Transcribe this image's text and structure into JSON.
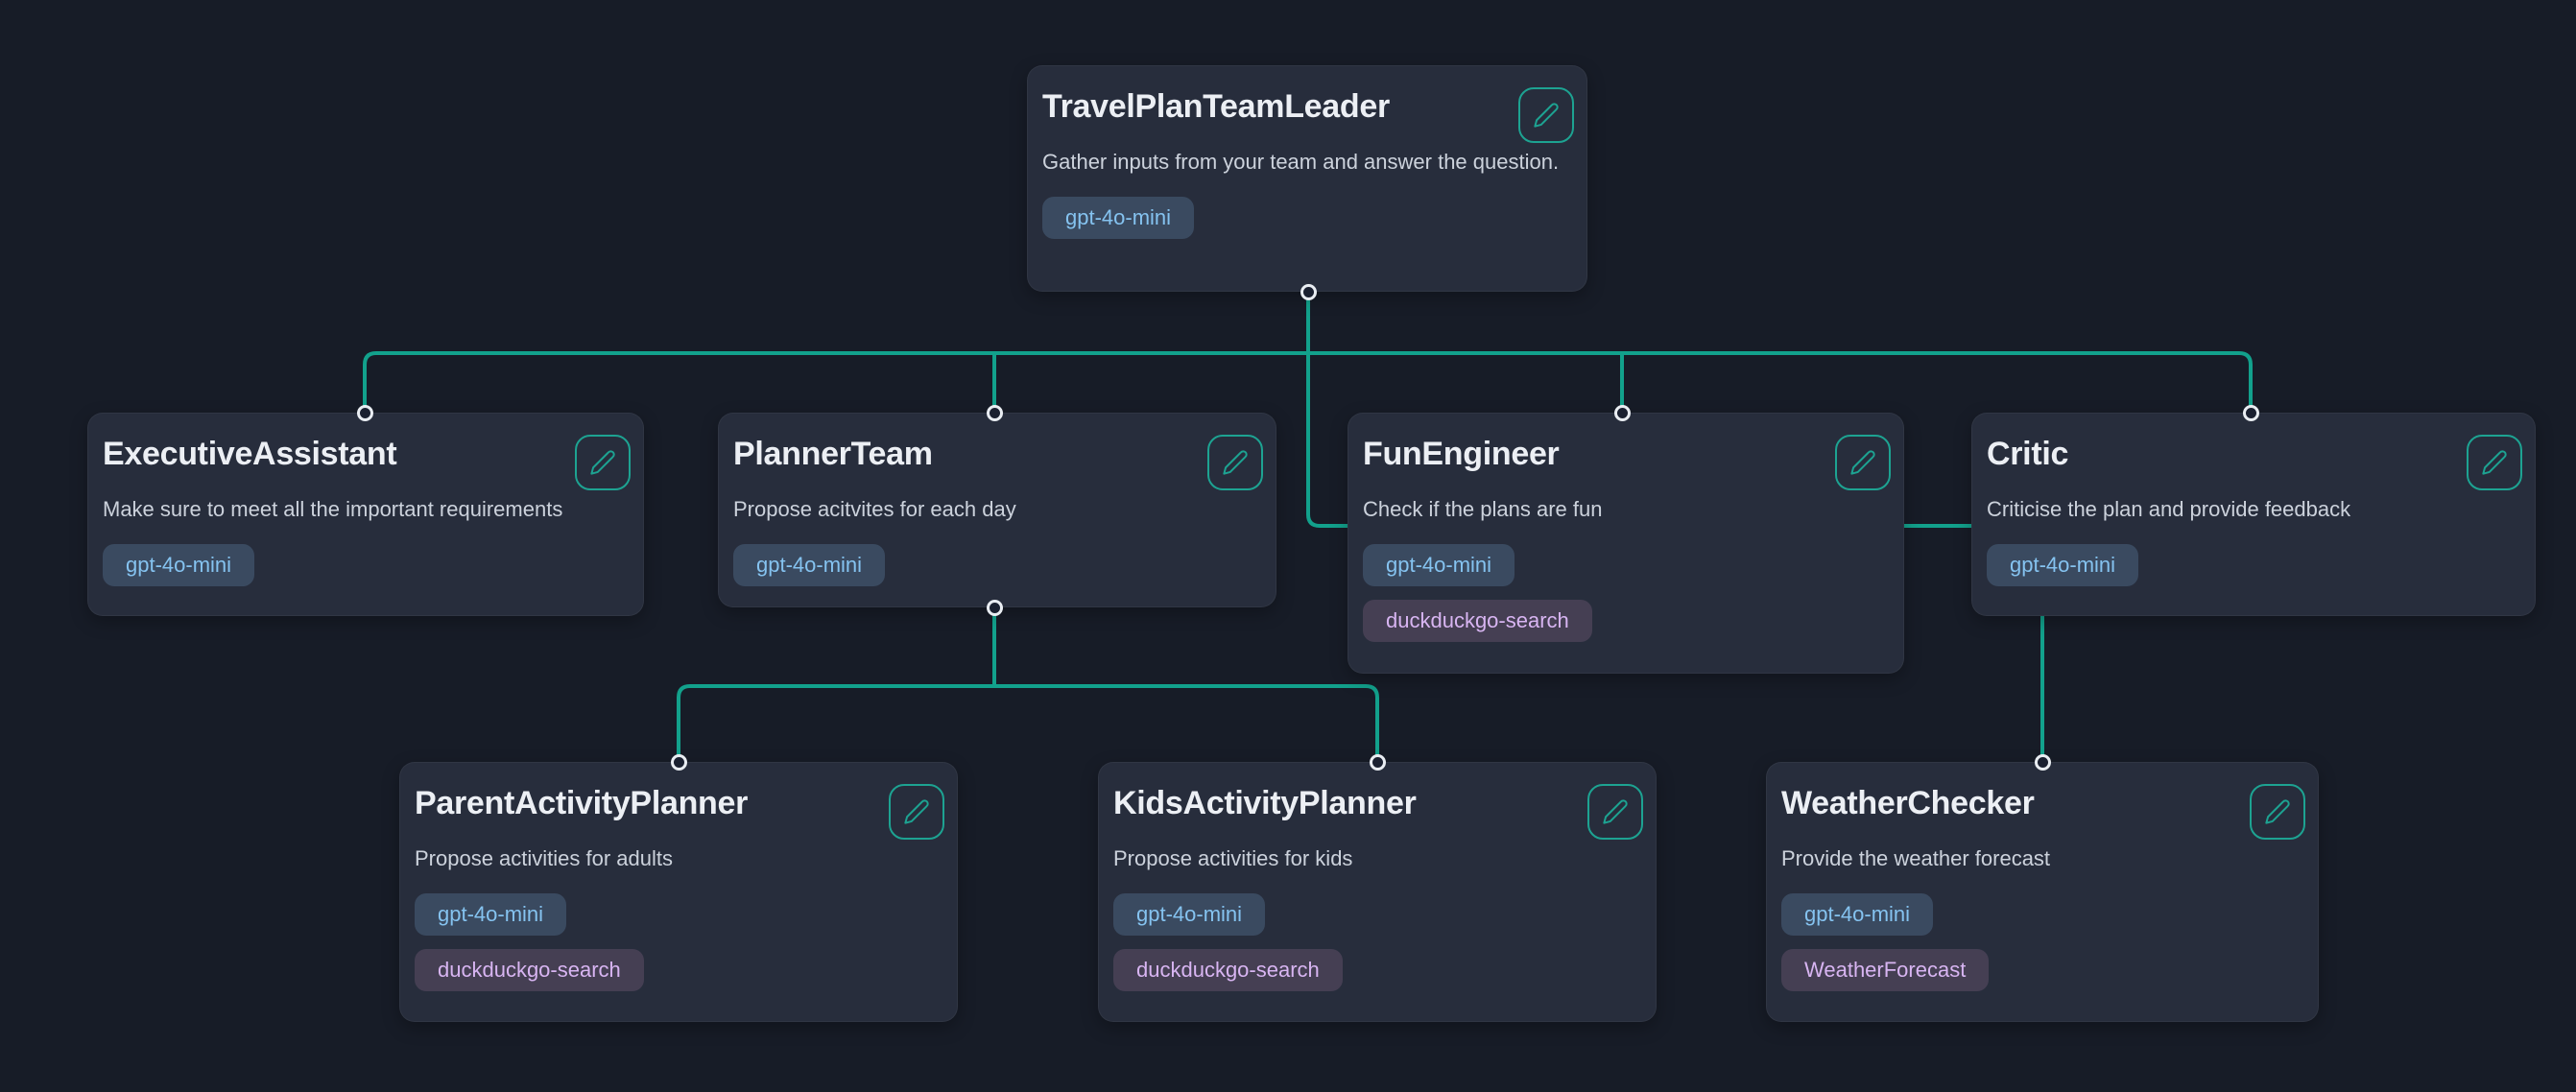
{
  "canvas": {
    "background_color": "#171c27",
    "edge_color": "#12a18c",
    "accent_teal": "#1da392"
  },
  "colors": {
    "card_bg": "#272d3c",
    "model_badge_bg": "#3a4a60",
    "model_badge_text": "#85c3f0",
    "tool_badge_bg": "#453f53",
    "tool_badge_text": "#d8b5f2"
  },
  "nodes": [
    {
      "title": "TravelPlanTeamLeader",
      "description": "Gather inputs from your team and answer the question.",
      "badges": [
        {
          "label": "gpt-4o-mini",
          "type": "model"
        }
      ]
    },
    {
      "title": "ExecutiveAssistant",
      "description": "Make sure to meet all the important requirements",
      "badges": [
        {
          "label": "gpt-4o-mini",
          "type": "model"
        }
      ]
    },
    {
      "title": "PlannerTeam",
      "description": "Propose acitvites for each day",
      "badges": [
        {
          "label": "gpt-4o-mini",
          "type": "model"
        }
      ]
    },
    {
      "title": "FunEngineer",
      "description": "Check if the plans are fun",
      "badges": [
        {
          "label": "gpt-4o-mini",
          "type": "model"
        },
        {
          "label": "duckduckgo-search",
          "type": "tool"
        }
      ]
    },
    {
      "title": "Critic",
      "description": "Criticise the plan and provide feedback",
      "badges": [
        {
          "label": "gpt-4o-mini",
          "type": "model"
        }
      ]
    },
    {
      "title": "ParentActivityPlanner",
      "description": "Propose activities for adults",
      "badges": [
        {
          "label": "gpt-4o-mini",
          "type": "model"
        },
        {
          "label": "duckduckgo-search",
          "type": "tool"
        }
      ]
    },
    {
      "title": "KidsActivityPlanner",
      "description": "Propose activities for kids",
      "badges": [
        {
          "label": "gpt-4o-mini",
          "type": "model"
        },
        {
          "label": "duckduckgo-search",
          "type": "tool"
        }
      ]
    },
    {
      "title": "WeatherChecker",
      "description": "Provide the weather forecast",
      "badges": [
        {
          "label": "gpt-4o-mini",
          "type": "model"
        },
        {
          "label": "WeatherForecast",
          "type": "tool"
        }
      ]
    }
  ]
}
